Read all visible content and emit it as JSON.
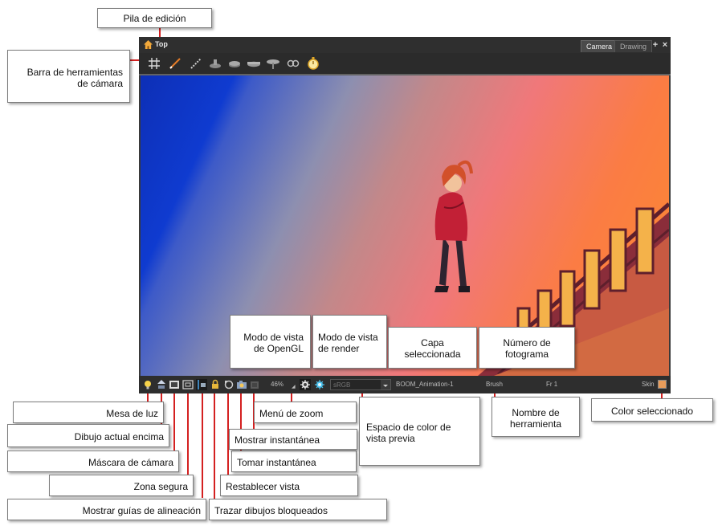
{
  "callouts": {
    "edit_stack": "Pila de edición",
    "camera_toolbar": "Barra de herramientas de cámara",
    "opengl_mode": "Modo de vista de OpenGL",
    "render_mode": "Modo de vista de render",
    "selected_layer": "Capa seleccionada",
    "frame_number": "Número de fotograma",
    "light_table": "Mesa de luz",
    "current_drawing_on_top": "Dibujo actual encima",
    "camera_mask": "Máscara de cámara",
    "safe_area": "Zona segura",
    "show_alignment_guides": "Mostrar guías de alineación",
    "outline_locked_drawings": "Trazar dibujos bloqueados",
    "reset_view": "Restablecer vista",
    "take_snapshot": "Tomar instantánea",
    "show_snapshot": "Mostrar instantánea",
    "zoom_menu": "Menú de zoom",
    "preview_color_space": "Espacio de color de vista previa",
    "tool_name": "Nombre de herramienta",
    "selected_color": "Color seleccionado"
  },
  "app": {
    "title": "Top",
    "tabs": [
      "Camera",
      "Drawing"
    ],
    "status": {
      "zoom": "46%",
      "color_space": "sRGB",
      "layer": "BOOM_Animation-1",
      "tool": "Brush",
      "frame": "Fr 1",
      "palette": "Skin"
    },
    "selected_color": "#e89c5a"
  },
  "icons": {
    "toolbar": [
      "grid-icon",
      "brush-pencil-icon",
      "ruler-icon",
      "onion-skin-icon",
      "stack-icon",
      "layer-icon",
      "pegs-icon",
      "link-icon",
      "stopwatch-icon"
    ],
    "status": [
      "light-bulb-icon",
      "drawing-on-top-icon",
      "camera-mask-icon",
      "safe-area-icon",
      "alignment-guides-icon",
      "lock-icon",
      "reset-view-icon",
      "snapshot-icon",
      "show-snapshot-icon",
      "opengl-icon",
      "render-icon"
    ]
  }
}
